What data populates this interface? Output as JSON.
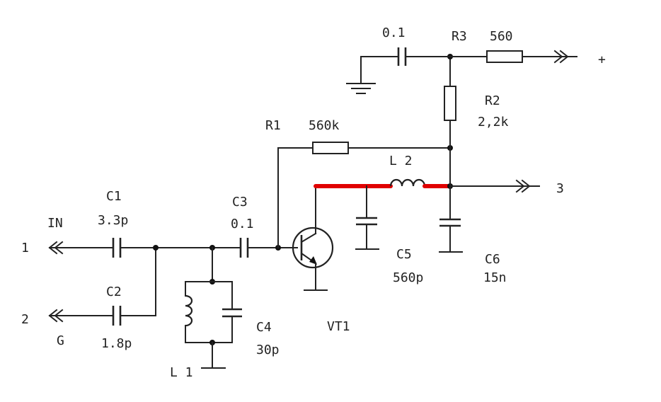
{
  "terminals": {
    "in_label": "IN",
    "in_number": "1",
    "gnd_label": "G",
    "gnd_number": "2",
    "out_number": "3",
    "supply": "+"
  },
  "components": {
    "c1": {
      "name": "C1",
      "value": "3.3p"
    },
    "c2": {
      "name": "C2",
      "value": "1.8p"
    },
    "c3": {
      "name": "C3",
      "value": "0.1"
    },
    "c4": {
      "name": "C4",
      "value": "30p"
    },
    "c5": {
      "name": "C5",
      "value": "560p"
    },
    "c6": {
      "name": "C6",
      "value": "15n"
    },
    "c_top": {
      "value": "0.1"
    },
    "r1": {
      "name": "R1",
      "value": "560k"
    },
    "r2": {
      "name": "R2",
      "value": "2,2k"
    },
    "r3": {
      "name": "R3",
      "value": "560"
    },
    "l1": {
      "name": "L 1"
    },
    "l2": {
      "name": "L 2"
    },
    "vt1": {
      "name": "VT1"
    }
  },
  "colors": {
    "highlight": "#e00000",
    "line": "#222222"
  }
}
